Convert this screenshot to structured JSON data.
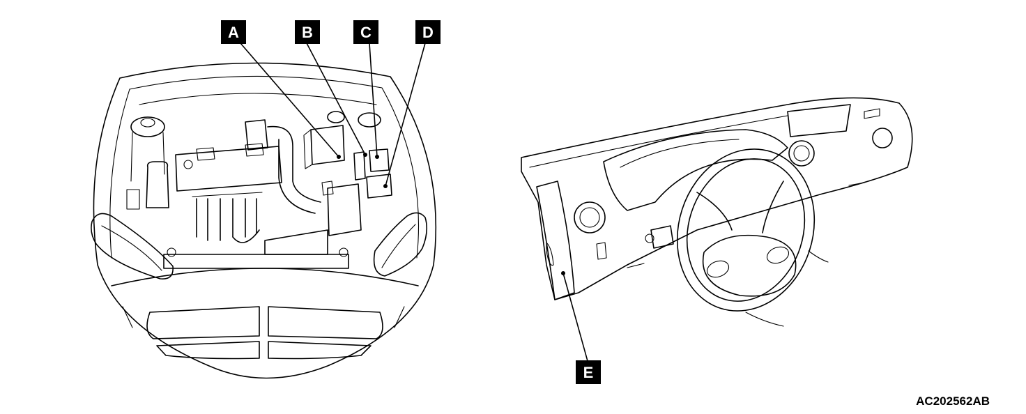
{
  "figure_code": "AC202562AB",
  "callouts": {
    "a": "A",
    "b": "B",
    "c": "C",
    "d": "D",
    "e": "E"
  },
  "colors": {
    "ink": "#000000",
    "background": "#ffffff",
    "callout_text": "#ffffff"
  }
}
